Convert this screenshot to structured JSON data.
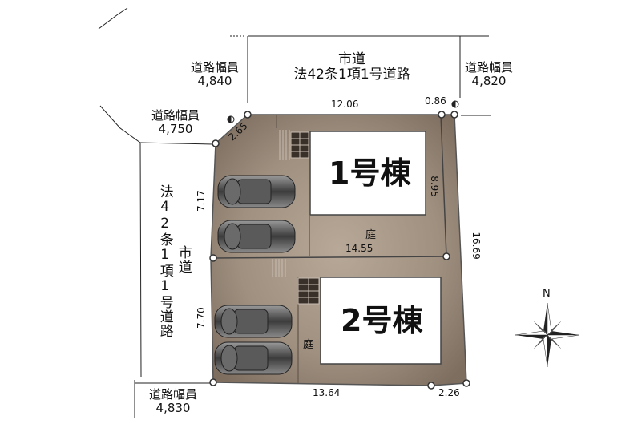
{
  "roads": {
    "top": {
      "line1": "市道",
      "line2": "法42条1項1号道路"
    },
    "left": {
      "col1": "法42条1項1号道路",
      "col2": "市道"
    },
    "widths": [
      {
        "title": "道路幅員",
        "value": "4,840"
      },
      {
        "title": "道路幅員",
        "value": "4,820"
      },
      {
        "title": "道路幅員",
        "value": "4,750"
      },
      {
        "title": "道路幅員",
        "value": "4,830"
      }
    ]
  },
  "lots": [
    {
      "label": "1号棟",
      "garden": "庭"
    },
    {
      "label": "2号棟",
      "garden": "庭"
    }
  ],
  "dimensions": {
    "top": "12.06",
    "top_right": "0.86",
    "corner_cut": "2.65",
    "left_upper": "7.17",
    "left_lower": "7.70",
    "divider_right": "8.95",
    "middle": "14.55",
    "right": "16.69",
    "bottom": "13.64",
    "bottom_right": "2.26"
  },
  "compass": "N",
  "colors": {
    "site_fill": "#8c7b6b",
    "building_fill": "#ffffff",
    "outline": "#555555"
  }
}
